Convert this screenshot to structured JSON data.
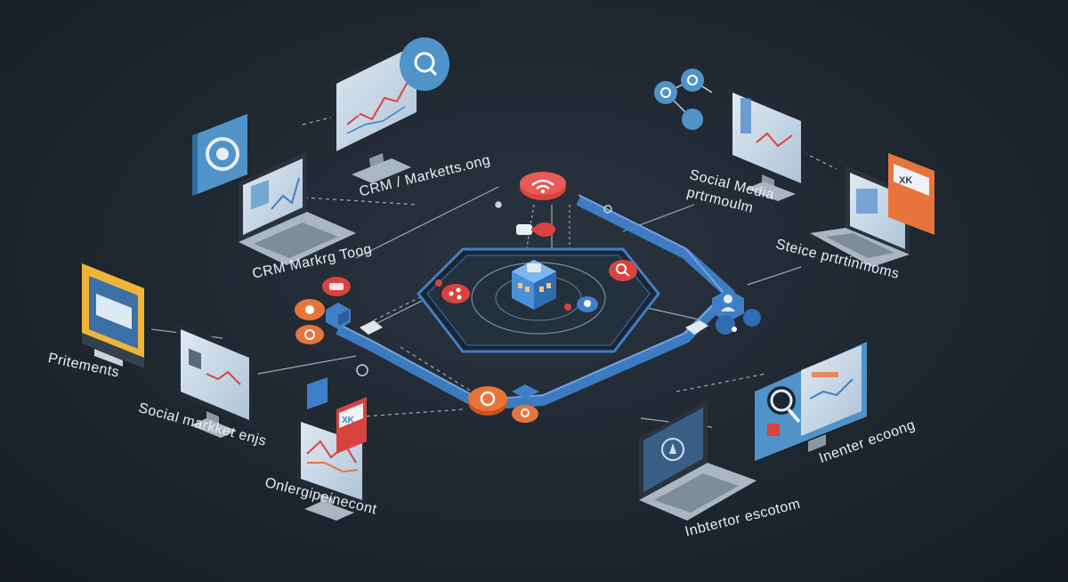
{
  "labels": {
    "crm_marketing_top": "CRM / Marketts.ong",
    "crm_marketing_tool": "CRM Markrg Toog",
    "social_media_line1": "Social Media",
    "social_media_line2": "prtrmoulm",
    "service_tools": "Steice prtrtinmoms",
    "pritements": "Pritements",
    "social_marketing": "Social markket enjs",
    "online_development": "Onlergipeinecont",
    "internet_economy": "Inenter ecoong",
    "internet_escotom": "Inbtertor escotom",
    "badge_xk_right": "XK",
    "badge_xk_bottom": "XK"
  },
  "colors": {
    "background": "#1e262f",
    "accent_blue": "#3f7fc8",
    "accent_red": "#d9433f",
    "accent_orange": "#e8743b",
    "platform": "#24303c"
  },
  "icons": [
    "gear-icon",
    "search-icon",
    "wifi-icon",
    "building-icon",
    "chart-icon",
    "magnifier-icon",
    "user-icon",
    "share-icon"
  ]
}
